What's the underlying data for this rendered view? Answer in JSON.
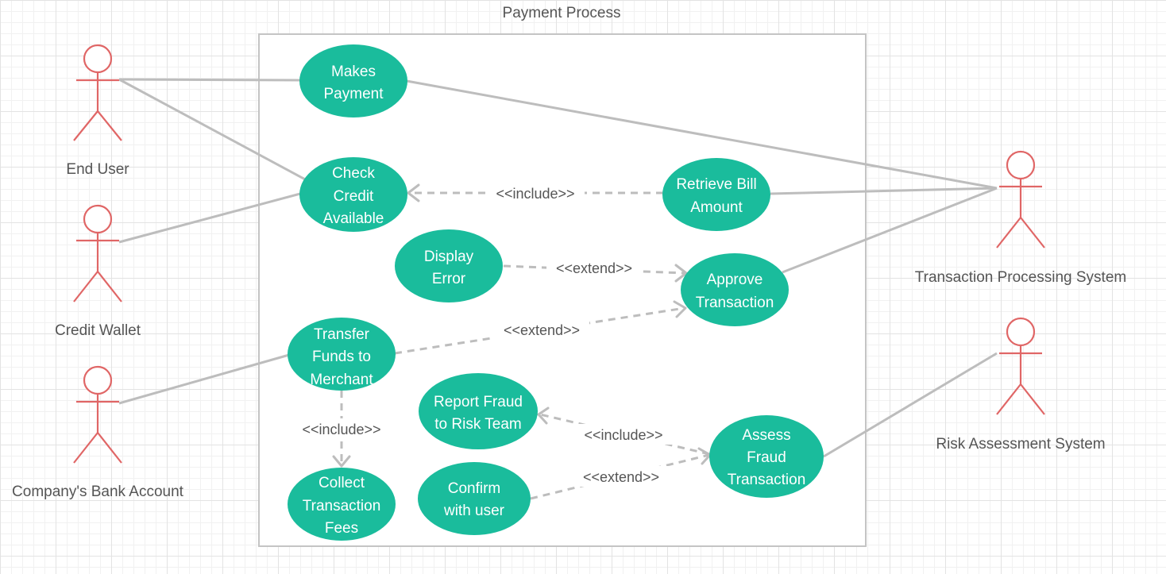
{
  "diagram": {
    "title": "Payment Process",
    "actors": [
      {
        "id": "end_user",
        "label": "End User"
      },
      {
        "id": "credit_wallet",
        "label": "Credit Wallet"
      },
      {
        "id": "bank_account",
        "label": "Company's Bank Account"
      },
      {
        "id": "tps",
        "label": "Transaction Processing System"
      },
      {
        "id": "ras",
        "label": "Risk Assessment System"
      }
    ],
    "use_cases": [
      {
        "id": "makes_payment",
        "lines": [
          "Makes",
          "Payment"
        ]
      },
      {
        "id": "check_credit",
        "lines": [
          "Check",
          "Credit",
          "Available"
        ]
      },
      {
        "id": "retrieve_bill",
        "lines": [
          "Retrieve Bill",
          "Amount"
        ]
      },
      {
        "id": "display_error",
        "lines": [
          "Display",
          "Error"
        ]
      },
      {
        "id": "approve_tx",
        "lines": [
          "Approve",
          "Transaction"
        ]
      },
      {
        "id": "transfer_funds",
        "lines": [
          "Transfer",
          "Funds to",
          "Merchant"
        ]
      },
      {
        "id": "report_fraud",
        "lines": [
          "Report Fraud",
          "to Risk Team"
        ]
      },
      {
        "id": "assess_fraud",
        "lines": [
          "Assess",
          "Fraud",
          "Transaction"
        ]
      },
      {
        "id": "confirm_user",
        "lines": [
          "Confirm",
          "with user"
        ]
      },
      {
        "id": "collect_fees",
        "lines": [
          "Collect",
          "Transaction",
          "Fees"
        ]
      }
    ],
    "relationships": [
      {
        "id": "rel_include_1",
        "label": "<<include>>"
      },
      {
        "id": "rel_extend_1",
        "label": "<<extend>>"
      },
      {
        "id": "rel_extend_2",
        "label": "<<extend>>"
      },
      {
        "id": "rel_include_2",
        "label": "<<include>>"
      },
      {
        "id": "rel_include_3",
        "label": "<<include>>"
      },
      {
        "id": "rel_extend_3",
        "label": "<<extend>>"
      }
    ]
  }
}
